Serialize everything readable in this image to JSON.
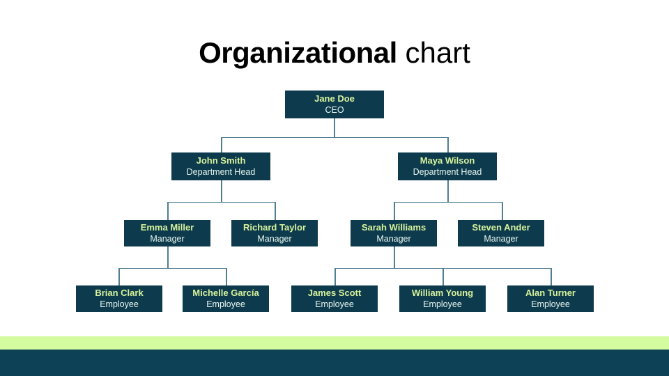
{
  "title": {
    "bold": "Organizational",
    "light": " chart"
  },
  "colors": {
    "node_bg": "#0d3b4d",
    "name_text": "#d7f29c",
    "role_text": "#eaf7f1",
    "connector": "#4f7f91",
    "bar_green": "#d4fba0",
    "bar_navy": "#0d4155",
    "page_bg": "#ffffff"
  },
  "chart_data": {
    "type": "diagram",
    "diagram_type": "organizational-chart",
    "title": "Organizational chart",
    "levels": [
      "CEO",
      "Department Head",
      "Manager",
      "Employee"
    ],
    "nodes": [
      {
        "id": "n0",
        "name": "Jane Doe",
        "role": "CEO",
        "level": 0,
        "parent": null
      },
      {
        "id": "n1",
        "name": "John Smith",
        "role": "Department Head",
        "level": 1,
        "parent": "n0"
      },
      {
        "id": "n2",
        "name": "Maya Wilson",
        "role": "Department Head",
        "level": 1,
        "parent": "n0"
      },
      {
        "id": "n3",
        "name": "Emma Miller",
        "role": "Manager",
        "level": 2,
        "parent": "n1"
      },
      {
        "id": "n4",
        "name": "Richard Taylor",
        "role": "Manager",
        "level": 2,
        "parent": "n1"
      },
      {
        "id": "n5",
        "name": "Sarah Williams",
        "role": "Manager",
        "level": 2,
        "parent": "n2"
      },
      {
        "id": "n6",
        "name": "Steven Ander",
        "role": "Manager",
        "level": 2,
        "parent": "n2"
      },
      {
        "id": "n7",
        "name": "Brian Clark",
        "role": "Employee",
        "level": 3,
        "parent": "n3"
      },
      {
        "id": "n8",
        "name": "Michelle García",
        "role": "Employee",
        "level": 3,
        "parent": "n3"
      },
      {
        "id": "n9",
        "name": "James Scott",
        "role": "Employee",
        "level": 3,
        "parent": "n5"
      },
      {
        "id": "n10",
        "name": "William Young",
        "role": "Employee",
        "level": 3,
        "parent": "n5"
      },
      {
        "id": "n11",
        "name": "Alan Turner",
        "role": "Employee",
        "level": 3,
        "parent": "n5"
      }
    ]
  },
  "nodes": {
    "ceo": {
      "name": "Jane Doe",
      "role": "CEO"
    },
    "dh1": {
      "name": "John Smith",
      "role": "Department Head"
    },
    "dh2": {
      "name": "Maya Wilson",
      "role": "Department Head"
    },
    "mg1": {
      "name": "Emma Miller",
      "role": "Manager"
    },
    "mg2": {
      "name": "Richard Taylor",
      "role": "Manager"
    },
    "mg3": {
      "name": "Sarah Williams",
      "role": "Manager"
    },
    "mg4": {
      "name": "Steven Ander",
      "role": "Manager"
    },
    "em1": {
      "name": "Brian Clark",
      "role": "Employee"
    },
    "em2": {
      "name": "Michelle García",
      "role": "Employee"
    },
    "em3": {
      "name": "James Scott",
      "role": "Employee"
    },
    "em4": {
      "name": "William Young",
      "role": "Employee"
    },
    "em5": {
      "name": "Alan Turner",
      "role": "Employee"
    }
  }
}
